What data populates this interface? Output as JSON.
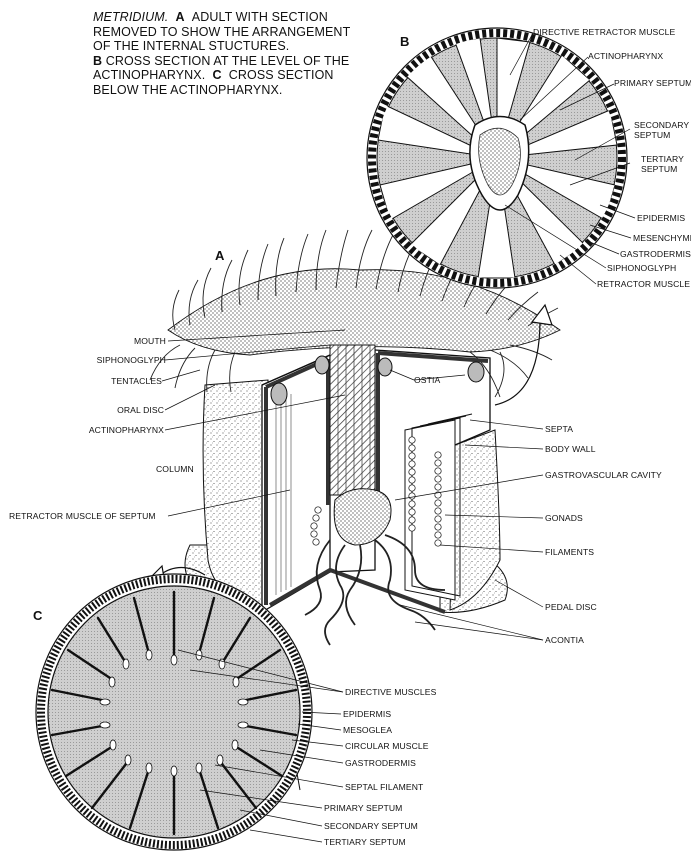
{
  "caption": {
    "line1_genus": "METRIDIUM.",
    "line1_letter": "A",
    "line1_rest": "ADULT WITH SECTION",
    "line2": "REMOVED TO SHOW THE ARRANGEMENT",
    "line3": "OF THE INTERNAL STUCTURES.",
    "line4_letter": "B",
    "line4_rest": "CROSS SECTION AT THE LEVEL OF THE",
    "line5_a": "ACTINOPHARYNX.",
    "line5_letter": "C",
    "line5_rest": "CROSS SECTION",
    "line6": "BELOW THE ACTINOPHARYNX."
  },
  "panels": {
    "a": "A",
    "b": "B",
    "c": "C"
  },
  "labels_b": {
    "directive_retractor_muscle": "DIRECTIVE RETRACTOR MUSCLE",
    "actinopharynx": "ACTINOPHARYNX",
    "primary_septum": "PRIMARY SEPTUM",
    "secondary_septum_1": "SECONDARY",
    "secondary_septum_2": "SEPTUM",
    "tertiary_septum_1": "TERTIARY",
    "tertiary_septum_2": "SEPTUM",
    "epidermis": "EPIDERMIS",
    "mesenchyme": "MESENCHYME",
    "gastrodermis": "GASTRODERMIS",
    "siphonoglyph": "SIPHONOGLYPH",
    "retractor_muscle": "RETRACTOR MUSCLE"
  },
  "labels_a": {
    "mouth": "MOUTH",
    "siphonoglyph": "SIPHONOGLYPH",
    "tentacles": "TENTACLES",
    "oral_disc": "ORAL DISC",
    "actinopharynx": "ACTINOPHARYNX",
    "column": "COLUMN",
    "retractor_muscle_of_septum": "RETRACTOR MUSCLE OF SEPTUM",
    "ostia": "OSTIA",
    "septa": "SEPTA",
    "body_wall": "BODY WALL",
    "gastrovascular_cavity": "GASTROVASCULAR CAVITY",
    "gonads": "GONADS",
    "filaments": "FILAMENTS",
    "pedal_disc": "PEDAL DISC",
    "acontia": "ACONTIA"
  },
  "labels_c": {
    "directive_muscles": "DIRECTIVE MUSCLES",
    "epidermis": "EPIDERMIS",
    "mesoglea": "MESOGLEA",
    "circular_muscle": "CIRCULAR MUSCLE",
    "gastrodermis": "GASTRODERMIS",
    "septal_filament": "SEPTAL FILAMENT",
    "primary_septum": "PRIMARY SEPTUM",
    "secondary_septum": "SECONDARY SEPTUM",
    "tertiary_septum": "TERTIARY SEPTUM"
  }
}
